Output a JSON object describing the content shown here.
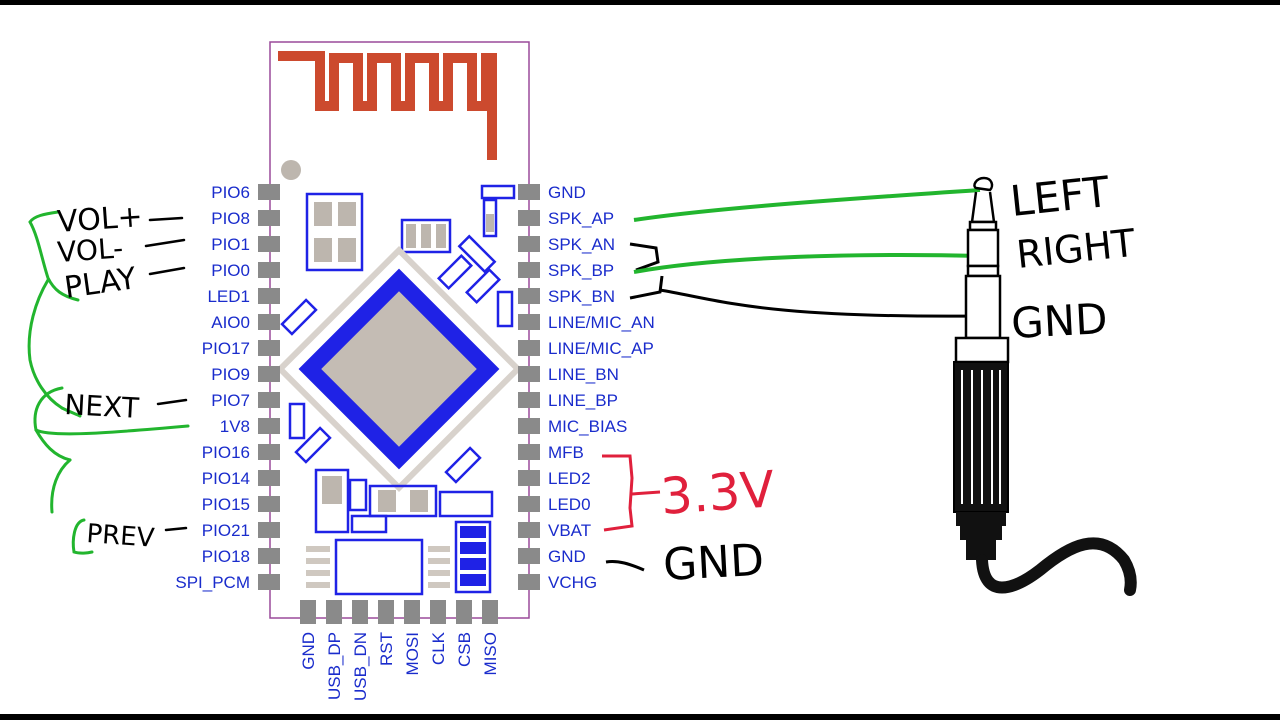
{
  "left_pins": [
    "PIO6",
    "PIO8",
    "PIO1",
    "PIO0",
    "LED1",
    "AIO0",
    "PIO17",
    "PIO9",
    "PIO7",
    "1V8",
    "PIO16",
    "PIO14",
    "PIO15",
    "PIO21",
    "PIO18",
    "SPI_PCM"
  ],
  "right_pins": [
    "GND",
    "SPK_AP",
    "SPK_AN",
    "SPK_BP",
    "SPK_BN",
    "LINE/MIC_AN",
    "LINE/MIC_AP",
    "LINE_BN",
    "LINE_BP",
    "MIC_BIAS",
    "MFB",
    "LED2",
    "LED0",
    "VBAT",
    "GND",
    "VCHG"
  ],
  "bottom_pins": [
    "GND",
    "USB_DP",
    "USB_DN",
    "RST",
    "MOSI",
    "CLK",
    "CSB",
    "MISO"
  ],
  "annotations": {
    "vol_up": "VOL+",
    "vol_down": "VOL-",
    "play": "PLAY",
    "next": "NEXT",
    "prev": "PREV",
    "voltage": "3.3V",
    "gnd_module": "GND",
    "left": "LEFT",
    "right": "RIGHT",
    "gnd_jack": "GND"
  },
  "colors": {
    "pin_text": "#1a2ccc",
    "antenna": "#cc4a2e",
    "chip_ring": "#1f22e6",
    "wire_green": "#22b52e",
    "wire_red": "#e0203c",
    "wire_black": "#000000"
  }
}
